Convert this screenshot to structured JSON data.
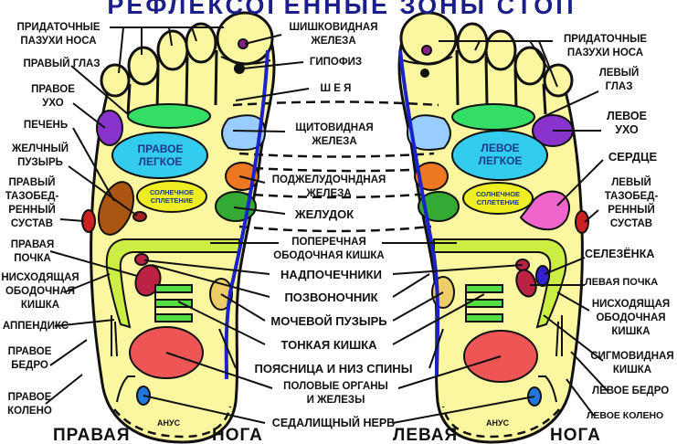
{
  "title": "РЕФЛЕКСОГЕННЫЕ ЗОНЫ СТОП",
  "right_foot": {
    "caption_1": "ПРАВАЯ",
    "caption_2": "НОГА",
    "anus": "АНУС",
    "lung": "ПРАВОЕ\nЛЕГКОЕ",
    "solar_plexus": "СОЛНЕЧНОЕ\nСПЛЕТЕНИЕ",
    "labels": {
      "sinuses": "ПРИДАТОЧНЫЕ\nПАЗУХИ НОСА",
      "eye": "ПРАВЫЙ ГЛАЗ",
      "ear": "ПРАВОЕ\nУХО",
      "liver": "ПЕЧЕНЬ",
      "gallbladder": "ЖЕЛЧНЫЙ\nПУЗЫРЬ",
      "hip_joint": "ПРАВЫЙ\nТАЗОБЕД-\nРЕННЫЙ\nСУСТАВ",
      "kidney": "ПРАВАЯ\nПОЧКА",
      "descending_colon": "НИСХОДЯЩАЯ\nОБОДОЧНАЯ\nКИШКА",
      "appendix": "АППЕНДИКС",
      "thigh": "ПРАВОЕ\nБЕДРО",
      "knee": "ПРАВОЕ\nКОЛЕНО"
    }
  },
  "center_labels": {
    "pineal": "ШИШКОВИДНАЯ\nЖЕЛЕЗА",
    "pituitary": "ГИПОФИЗ",
    "neck": "Ш Е Я",
    "thyroid": "ЩИТОВИДНАЯ\nЖЕЛЕЗА",
    "pancreas": "ПОДЖЕЛУДОЧНДНАЯ\nЖЕЛЕЗА",
    "stomach": "ЖЕЛУДОК",
    "transverse_colon": "ПОПЕРЕЧНАЯ\nОБОДОЧНАЯ КИШКА",
    "adrenals": "НАДПОЧЕЧНИКИ",
    "spine": "ПОЗВОНОЧНИК",
    "bladder": "МОЧЕВОЙ ПУЗЫРЬ",
    "small_intestine": "ТОНКАЯ КИШКА",
    "lower_back": "ПОЯСНИЦА И НИЗ СПИНЫ",
    "genitals": "ПОЛОВЫЕ ОРГАНЫ\nИ ЖЕЛЕЗЫ",
    "sciatic": "СЕДАЛИЩНЫЙ НЕРВ"
  },
  "left_foot": {
    "caption_1": "ЛЕВАЯ",
    "caption_2": "НОГА",
    "anus": "АНУС",
    "lung": "ЛЕВОЕ\nЛЕГКОЕ",
    "solar_plexus": "СОЛНЕЧНОЕ\nСПЛЕТЕНИЕ",
    "labels": {
      "sinuses": "ПРИДАТОЧНЫЕ\nПАЗУХИ НОСА",
      "eye": "ЛЕВЫЙ\nГЛАЗ",
      "ear": "ЛЕВОЕ\nУХО",
      "heart": "СЕРДЦЕ",
      "hip_joint": "ЛЕВЫЙ\nТАЗОБЕД-\nРЕННЫЙ\nСУСТАВ",
      "spleen": "СЕЛЕЗЁНКА",
      "kidney": "ЛЕВАЯ ПОЧКА",
      "descending_colon": "НИСХОДЯЩАЯ\nОБОДОЧНАЯ\nКИШКА",
      "sigmoid": "СИГМОВИДНАЯ\nКИШКА",
      "thigh": "ЛЕВОЕ БЕДРО",
      "knee": "ЛЕВОЕ КОЛЕНО"
    }
  },
  "colors": {
    "title": "#1b1f8a",
    "foot": "#fbf7a0",
    "spine": "#1a22cc",
    "lung": "#33ccee",
    "eyes_band": "#33dd66",
    "ear": "#8833cc",
    "thyroid": "#99ccff",
    "pancreas": "#ee7722",
    "stomach": "#33aa33",
    "solar": "#eeee22",
    "liver": "#aa5511",
    "heart": "#ee66cc",
    "kidney": "#bb2244",
    "colon": "#ccee44",
    "intestine": "#55dd44",
    "bladder": "#eecc66",
    "genitals": "#ee5555",
    "knee": "#2277dd",
    "spleen": "#3322cc"
  }
}
